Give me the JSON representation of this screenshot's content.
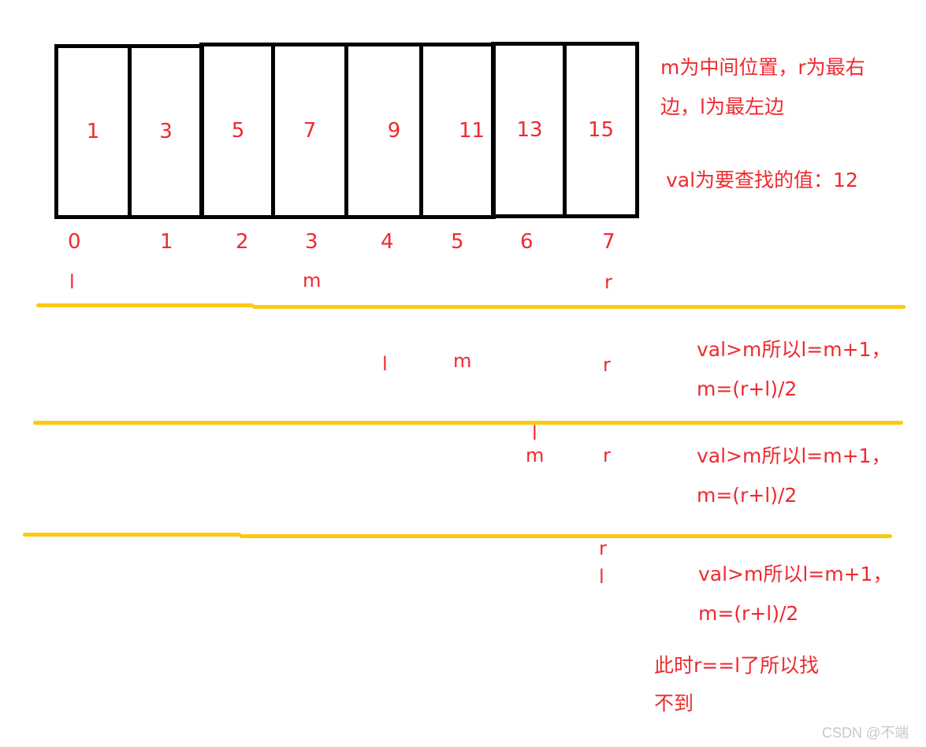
{
  "array": {
    "values": [
      "1",
      "3",
      "5",
      "7",
      "9",
      "11",
      "13",
      "15"
    ],
    "indices": [
      "0",
      "1",
      "2",
      "3",
      "4",
      "5",
      "6",
      "7"
    ]
  },
  "legend": {
    "line1": "m为中间位置，r为最右",
    "line2": "边，l为最左边",
    "val_line": "val为要查找的值：12"
  },
  "steps": [
    {
      "pointers": {
        "l": "l",
        "m": "m",
        "r": "r"
      },
      "positions": {
        "l": 0,
        "m": 3,
        "r": 7
      }
    },
    {
      "pointers": {
        "l": "l",
        "m": "m",
        "r": "r"
      },
      "positions": {
        "l": 4,
        "m": 5,
        "r": 7
      },
      "note_line1": "val>m所以l=m+1，",
      "note_line2": "m=(r+l)/2"
    },
    {
      "pointers": {
        "l": "l",
        "m": "m",
        "r": "r"
      },
      "positions": {
        "l": 6,
        "m": 6,
        "r": 7
      },
      "note_line1": "val>m所以l=m+1，",
      "note_line2": "m=(r+l)/2"
    },
    {
      "pointers": {
        "l": "l",
        "r": "r"
      },
      "positions": {
        "l": 7,
        "r": 7
      },
      "note_line1": "val>m所以l=m+1，",
      "note_line2": "m=(r+l)/2"
    }
  ],
  "conclusion": {
    "line1": "此时r==l了所以找",
    "line2": "不到"
  },
  "watermark": "CSDN @不端",
  "colors": {
    "text": "#ee2a2f",
    "divider": "#fcc812",
    "border": "#000000",
    "watermark": "#c8c8c8"
  }
}
